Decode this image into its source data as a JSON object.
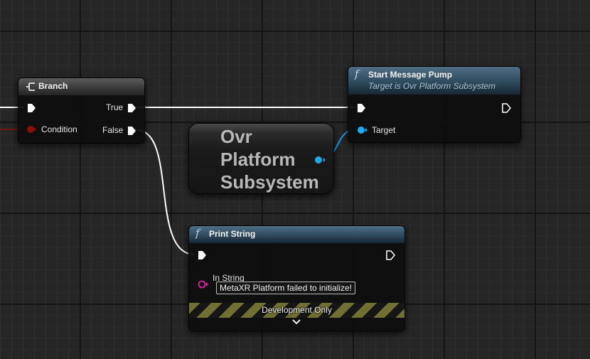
{
  "nodes": {
    "branch": {
      "title": "Branch",
      "pins": {
        "condition": "Condition",
        "true": "True",
        "false": "False"
      }
    },
    "start_message_pump": {
      "title": "Start Message Pump",
      "subtitle": "Target is Ovr Platform Subsystem",
      "pins": {
        "target": "Target"
      }
    },
    "ovr_platform_subsystem": {
      "lines": [
        "Ovr",
        "Platform",
        "Subsystem"
      ]
    },
    "print_string": {
      "title": "Print String",
      "pins": {
        "in_string": "In String"
      },
      "in_string_value": "MetaXR Platform failed to initialize!",
      "development_only": "Development Only"
    }
  },
  "icons": {
    "function": "f",
    "branch": "branch-icon",
    "expand": "chevron-down-icon",
    "exec_pin": "exec-pin",
    "data_pin": "data-pin"
  },
  "colors": {
    "exec_wire": "#ffffff",
    "object_wire": "#12a0e8",
    "object_pin": "#1eaaf0",
    "bool_pin": "#8c0f0f",
    "string_pin": "#e01fa8",
    "dev_stripe": "#717033",
    "function_header": "#3a5a70"
  }
}
